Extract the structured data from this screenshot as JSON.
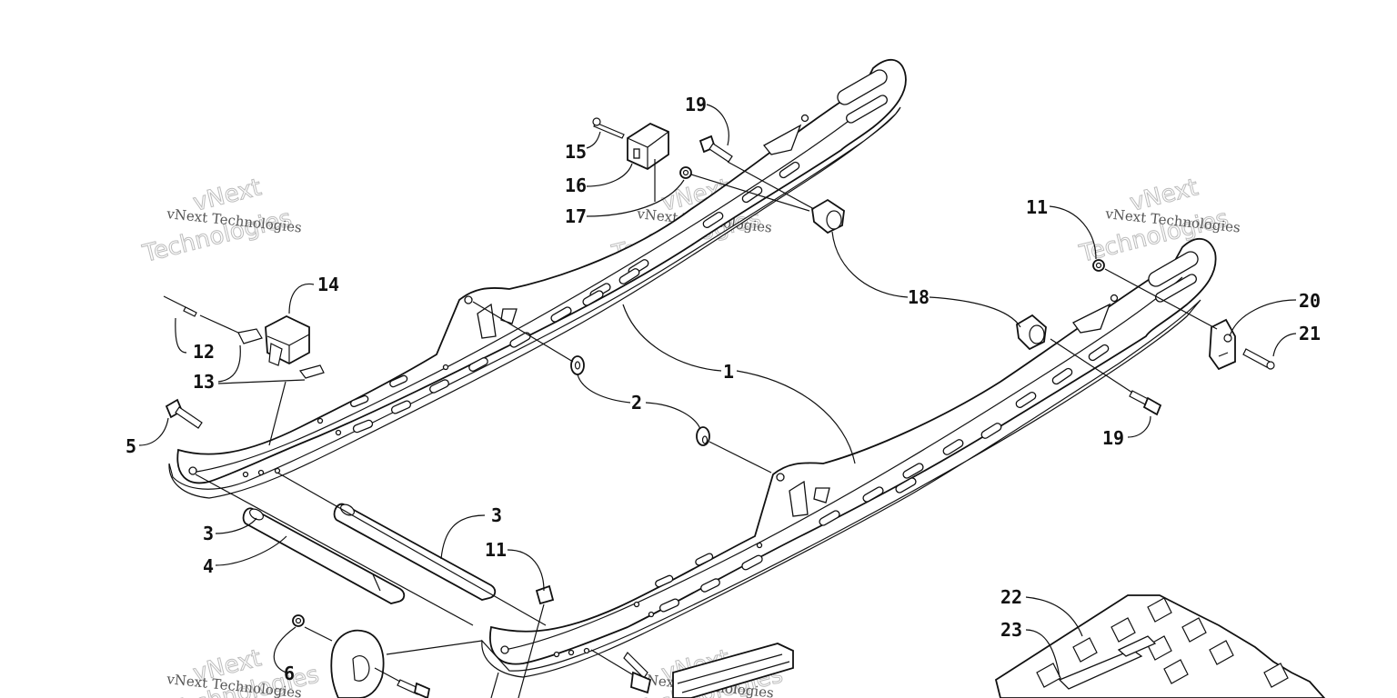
{
  "diagram": {
    "type": "exploded-parts-diagram",
    "callouts": [
      {
        "id": "c19a",
        "label": "19"
      },
      {
        "id": "c15",
        "label": "15"
      },
      {
        "id": "c16",
        "label": "16"
      },
      {
        "id": "c17",
        "label": "17"
      },
      {
        "id": "c11a",
        "label": "11"
      },
      {
        "id": "c14",
        "label": "14"
      },
      {
        "id": "c12",
        "label": "12"
      },
      {
        "id": "c13",
        "label": "13"
      },
      {
        "id": "c18",
        "label": "18"
      },
      {
        "id": "c20",
        "label": "20"
      },
      {
        "id": "c21",
        "label": "21"
      },
      {
        "id": "c1",
        "label": "1"
      },
      {
        "id": "c2",
        "label": "2"
      },
      {
        "id": "c19b",
        "label": "19"
      },
      {
        "id": "c5",
        "label": "5"
      },
      {
        "id": "c3a",
        "label": "3"
      },
      {
        "id": "c3b",
        "label": "3"
      },
      {
        "id": "c4",
        "label": "4"
      },
      {
        "id": "c11b",
        "label": "11"
      },
      {
        "id": "c22",
        "label": "22"
      },
      {
        "id": "c23",
        "label": "23"
      },
      {
        "id": "c6",
        "label": "6"
      }
    ]
  },
  "watermark": {
    "brand_small": "vNext Technologies",
    "brand_top": "vNext",
    "brand_bottom": "Technologies"
  }
}
